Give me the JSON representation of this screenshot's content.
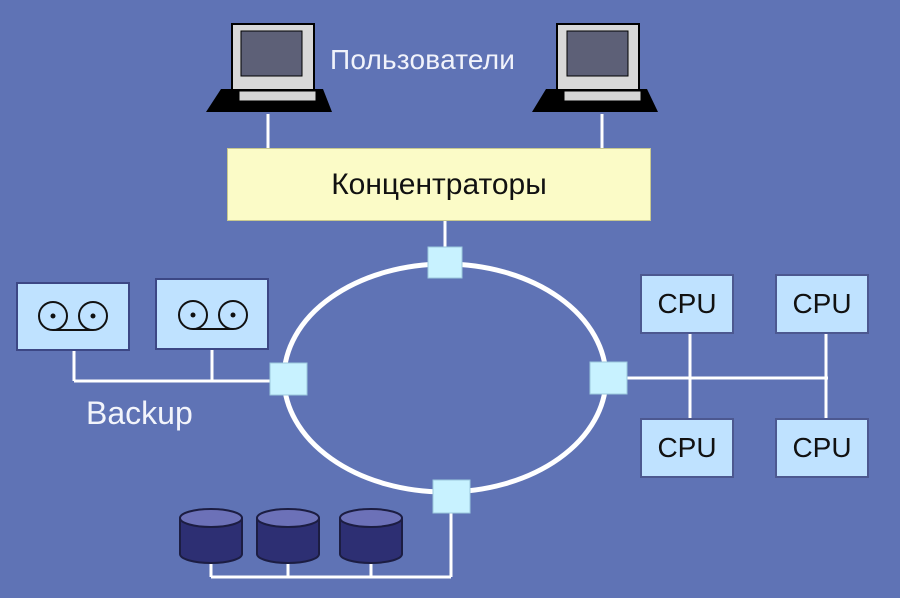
{
  "labels": {
    "users": "Пользователи",
    "hubs": "Концентраторы",
    "backup": "Backup"
  },
  "cpus": [
    "CPU",
    "CPU",
    "CPU",
    "CPU"
  ],
  "colors": {
    "background": "#5f73b5",
    "hub_box": "#fbfbc7",
    "node_box": "#bfe2ff",
    "lines": "#ffffff",
    "disk": "#2f3270"
  }
}
